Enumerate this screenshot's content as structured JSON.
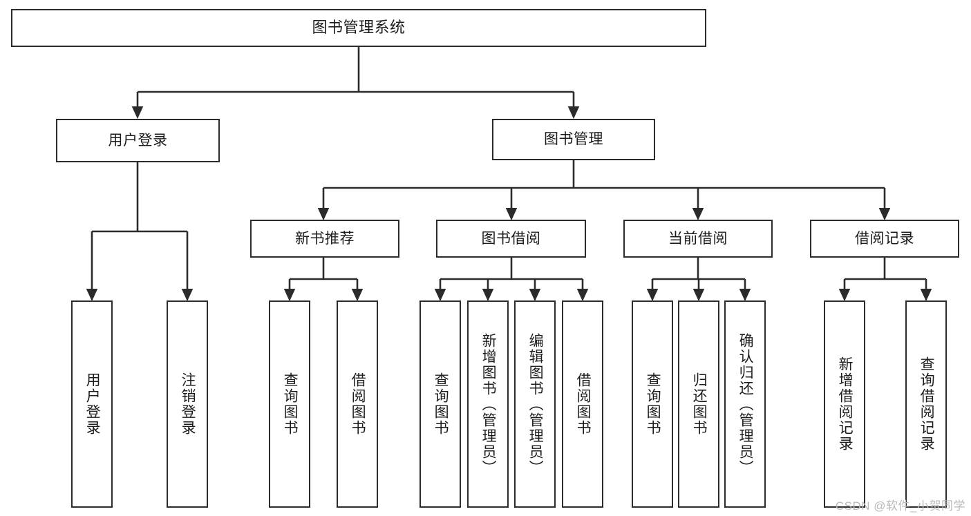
{
  "diagram": {
    "title_node": {
      "label": "图书管理系统"
    },
    "level2": [
      {
        "id": "user-login",
        "label": "用户登录"
      },
      {
        "id": "book-management",
        "label": "图书管理"
      }
    ],
    "level3": [
      {
        "id": "new-book-recommend",
        "label": "新书推荐"
      },
      {
        "id": "book-borrow",
        "label": "图书借阅"
      },
      {
        "id": "current-borrow",
        "label": "当前借阅"
      },
      {
        "id": "borrow-record",
        "label": "借阅记录"
      }
    ],
    "leaves": [
      {
        "id": "leaf-user-login",
        "label": "用户登录"
      },
      {
        "id": "leaf-logout-login",
        "label": "注销登录"
      },
      {
        "id": "leaf-query-book-1",
        "label": "查询图书"
      },
      {
        "id": "leaf-borrow-book-1",
        "label": "借阅图书"
      },
      {
        "id": "leaf-query-book-2",
        "label": "查询图书"
      },
      {
        "id": "leaf-add-book",
        "label": "新增图书（管理员）"
      },
      {
        "id": "leaf-edit-book",
        "label": "编辑图书（管理员）"
      },
      {
        "id": "leaf-borrow-book-2",
        "label": "借阅图书"
      },
      {
        "id": "leaf-query-book-3",
        "label": "查询图书"
      },
      {
        "id": "leaf-return-book",
        "label": "归还图书"
      },
      {
        "id": "leaf-confirm-return",
        "label": "确认归还（管理员）"
      },
      {
        "id": "leaf-add-record",
        "label": "新增借阅记录"
      },
      {
        "id": "leaf-query-record",
        "label": "查询借阅记录"
      }
    ],
    "colors": {
      "border": "#2b2b2b",
      "background": "#ffffff",
      "text": "#1c1c1c",
      "watermark": "#b9b9b9"
    }
  },
  "watermark": {
    "text": "CSDN @软件_小贺同学"
  }
}
